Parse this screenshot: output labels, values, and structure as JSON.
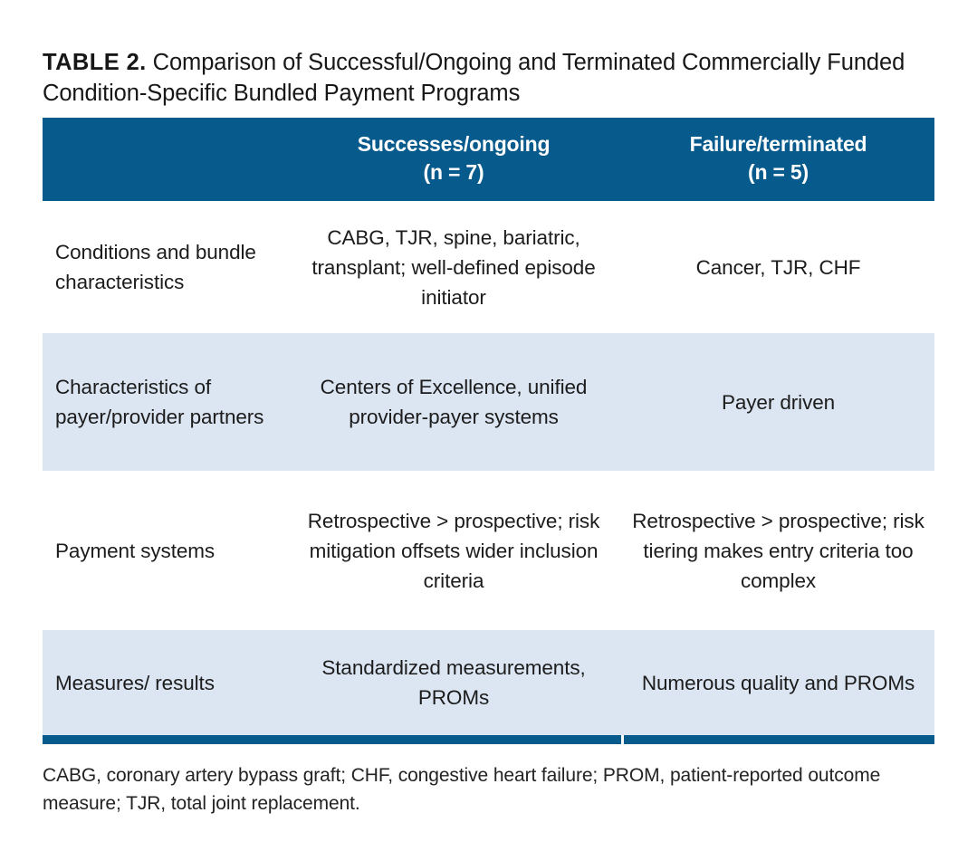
{
  "title": {
    "number": "TABLE 2.",
    "text": "Comparison of Successful/Ongoing and Terminated Commercially Funded Condition-Specific Bundled Payment Programs"
  },
  "colors": {
    "header_band": "#075B8C",
    "shaded_row": "#DCE6F3",
    "text": "#1c1c1c",
    "page_background": "#ffffff"
  },
  "table": {
    "columns": [
      {
        "key": "label",
        "header": "",
        "header_sub": ""
      },
      {
        "key": "success",
        "header": "Successes/ongoing",
        "header_sub": "(n = 7)"
      },
      {
        "key": "failure",
        "header": "Failure/terminated",
        "header_sub": "(n = 5)"
      }
    ],
    "rows": [
      {
        "shaded": false,
        "label": "Conditions and bundle characteristics",
        "success": "CABG, TJR, spine, bariatric, transplant; well-defined episode initiator",
        "failure": "Cancer, TJR, CHF"
      },
      {
        "shaded": true,
        "label": "Characteristics of payer/provider partners",
        "success": "Centers of Excellence, unified provider-payer systems",
        "failure": "Payer driven"
      },
      {
        "shaded": false,
        "label": "Payment systems",
        "success": "Retrospective > prospective; risk mitigation offsets wider inclusion criteria",
        "failure": "Retrospective > prospective; risk tiering makes entry criteria too complex"
      },
      {
        "shaded": true,
        "label": "Measures/ results",
        "success": "Standardized measurements, PROMs",
        "failure": "Numerous quality and PROMs"
      }
    ]
  },
  "footnote": "CABG, coronary artery bypass graft; CHF, congestive heart failure; PROM, patient-reported outcome measure; TJR, total joint replacement."
}
